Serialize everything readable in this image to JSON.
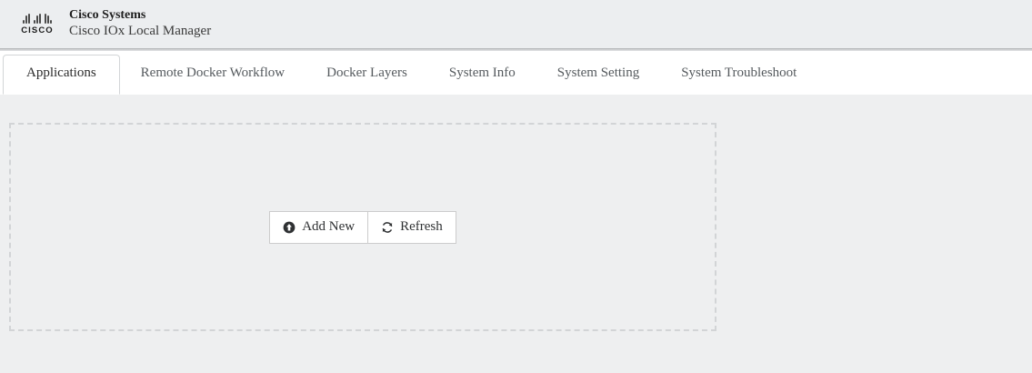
{
  "header": {
    "logo_icon": "cisco-logo-icon",
    "logo_wordmark": "CISCO",
    "brand_title": "Cisco Systems",
    "brand_subtitle": "Cisco IOx Local Manager"
  },
  "tabs": [
    {
      "label": "Applications",
      "active": true
    },
    {
      "label": "Remote Docker Workflow",
      "active": false
    },
    {
      "label": "Docker Layers",
      "active": false
    },
    {
      "label": "System Info",
      "active": false
    },
    {
      "label": "System Setting",
      "active": false
    },
    {
      "label": "System Troubleshoot",
      "active": false
    }
  ],
  "content": {
    "buttons": [
      {
        "label": "Add New",
        "icon": "upload-circle-arrow-icon"
      },
      {
        "label": "Refresh",
        "icon": "refresh-circular-arrows-icon"
      }
    ]
  },
  "colors": {
    "header_bg": "#eceef0",
    "tabbar_bg": "#ffffff",
    "content_bg": "#eeeff0",
    "dashed_border": "#d2d4d6",
    "active_tab_text": "#2b2b2b",
    "inactive_tab_text": "#555a5e",
    "button_border": "#cccccc"
  }
}
